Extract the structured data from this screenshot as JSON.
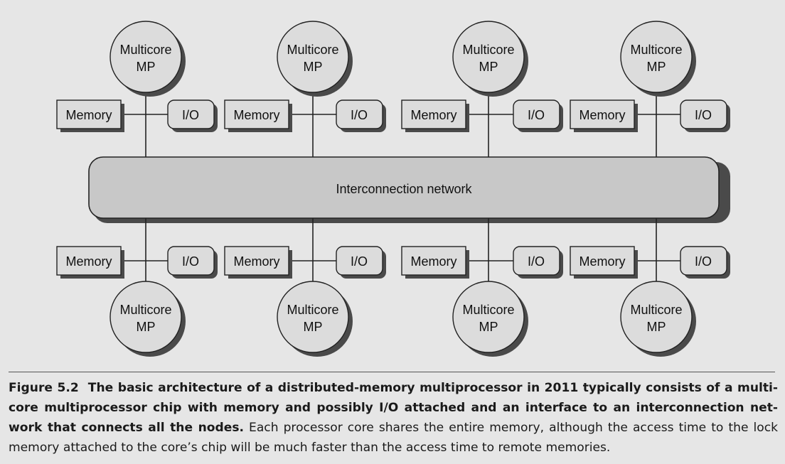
{
  "diagram": {
    "processor_label_line1": "Multicore",
    "processor_label_line2": "MP",
    "memory_label": "Memory",
    "io_label": "I/O",
    "network_label": "Interconnection network",
    "nodes_per_row": 4,
    "rows": [
      "top",
      "bottom"
    ]
  },
  "caption": {
    "figure_number": "Figure 5.2",
    "bold_text": "The basic architecture of a distributed-memory multiprocessor in 2011 typically consists of a multi­core multiprocessor chip with memory and possibly I/O attached and an interface to an interconnection net­work that connects all the nodes.",
    "body_text": "Each processor core shares the entire memory, although the access time to the lock memory attached to the core’s chip will be much faster than the access time to remote memories."
  }
}
